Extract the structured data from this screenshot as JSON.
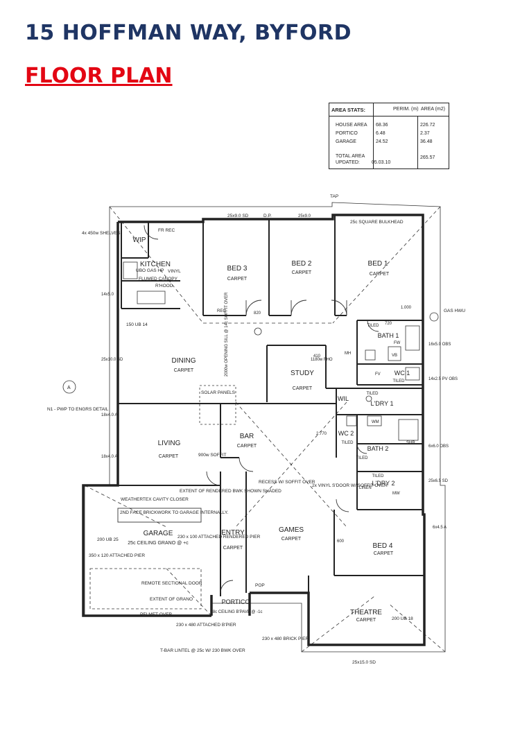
{
  "title": "15 HOFFMAN WAY, BYFORD",
  "subtitle": "FLOOR PLAN",
  "area_stats": {
    "header": "AREA STATS:",
    "col_perim": "PERIM. (m)",
    "col_area": "AREA (m2)",
    "rows": [
      {
        "label": "HOUSE AREA",
        "perim": "68.36",
        "area": "226.72"
      },
      {
        "label": "PORTICO",
        "perim": "6.48",
        "area": "2.37"
      },
      {
        "label": "GARAGE",
        "perim": "24.52",
        "area": "36.48"
      }
    ],
    "total_label": "TOTAL AREA",
    "total_value": "265.57",
    "updated_label": "UPDATED:",
    "updated_value": "05.03.10"
  },
  "plan": {
    "rooms": [
      {
        "name": "KITCHEN",
        "floor": ""
      },
      {
        "name": "BED 3",
        "floor": "CARPET"
      },
      {
        "name": "BED 2",
        "floor": "CARPET"
      },
      {
        "name": "BED 1",
        "floor": "CARPET"
      },
      {
        "name": "DINING",
        "floor": "CARPET"
      },
      {
        "name": "STUDY",
        "floor": "CARPET"
      },
      {
        "name": "LIVING",
        "floor": "CARPET"
      },
      {
        "name": "BAR",
        "floor": "CARPET"
      },
      {
        "name": "GAMES",
        "floor": "CARPET"
      },
      {
        "name": "BED 4",
        "floor": "CARPET"
      },
      {
        "name": "GARAGE",
        "floor": "25c CEILING GRANO @ +c"
      },
      {
        "name": "ENTRY",
        "floor": "CARPET"
      },
      {
        "name": "THEATRE",
        "floor": "CARPET"
      },
      {
        "name": "PORTICO",
        "floor": "28c CEILING B'PAVE @ -1c"
      },
      {
        "name": "WIP",
        "floor": ""
      },
      {
        "name": "BATH 1",
        "floor": "TILED"
      },
      {
        "name": "WC 1",
        "floor": "TILED"
      },
      {
        "name": "L'DRY 1",
        "floor": "TILED"
      },
      {
        "name": "WC 2",
        "floor": "TILED"
      },
      {
        "name": "BATH 2",
        "floor": "TILED"
      },
      {
        "name": "L'DRY 2",
        "floor": "TILED"
      },
      {
        "name": "WIL",
        "floor": ""
      }
    ],
    "annotations": [
      "4x 450w SHELVES",
      "UBO GAS HP",
      "VINYL",
      "FLUMED CANOPY",
      "R'HOOD",
      "FR REC",
      "25x9.0 SD",
      "D.P.",
      "25c SQUARE BULKHEAD",
      "GAS HWU",
      "150 UB 14",
      "SOLAR PANELS",
      "2000w OPENING SILL @ 14c SOFFIT OVER",
      "N1 - PWP TO ENGRS DETAIL",
      "900w SOFFIT",
      "RECESS W/ SOFFIT OVER",
      "2x VINYL S'DOOR W/ SOFFIT OVER",
      "WEATHERTEX CAVITY CLOSER",
      "EXTENT OF RENDERED BWK SHOWN SHADED",
      "2ND FACE BRICKWORK TO GARAGE INTERNALLY.",
      "200 UB 25",
      "350 x 120 ATTACHED PIER",
      "230 x 100 ATTACHED RENDERED PIER",
      "REMOTE SECTIONAL DOOR",
      "EXTENT OF GRANO",
      "PELMET OVER",
      "230 x 480 ATTACHED B'PIER",
      "T-BAR LINTEL @ 25c W/ 230 BWK OVER",
      "230 x 480 BRICK PIER",
      "POP",
      "TAP",
      "25x15.0 SD",
      "200 UB 18",
      "6x4.5 A",
      "25x6.5 SD",
      "6x6.0 OBS",
      "14x2.5 PV OBS",
      "16x5.0 OBS",
      "25x9.0",
      "14x5.0",
      "25x10.0 SD",
      "18x4.0 A",
      "18x4.0 A",
      "2.770",
      "1.000",
      "820",
      "720",
      "600",
      "REC",
      "LINEN",
      "SHR",
      "VB",
      "FV",
      "WM",
      "FW",
      "MH",
      "MW",
      "1180w FHO",
      "410",
      "A"
    ]
  }
}
